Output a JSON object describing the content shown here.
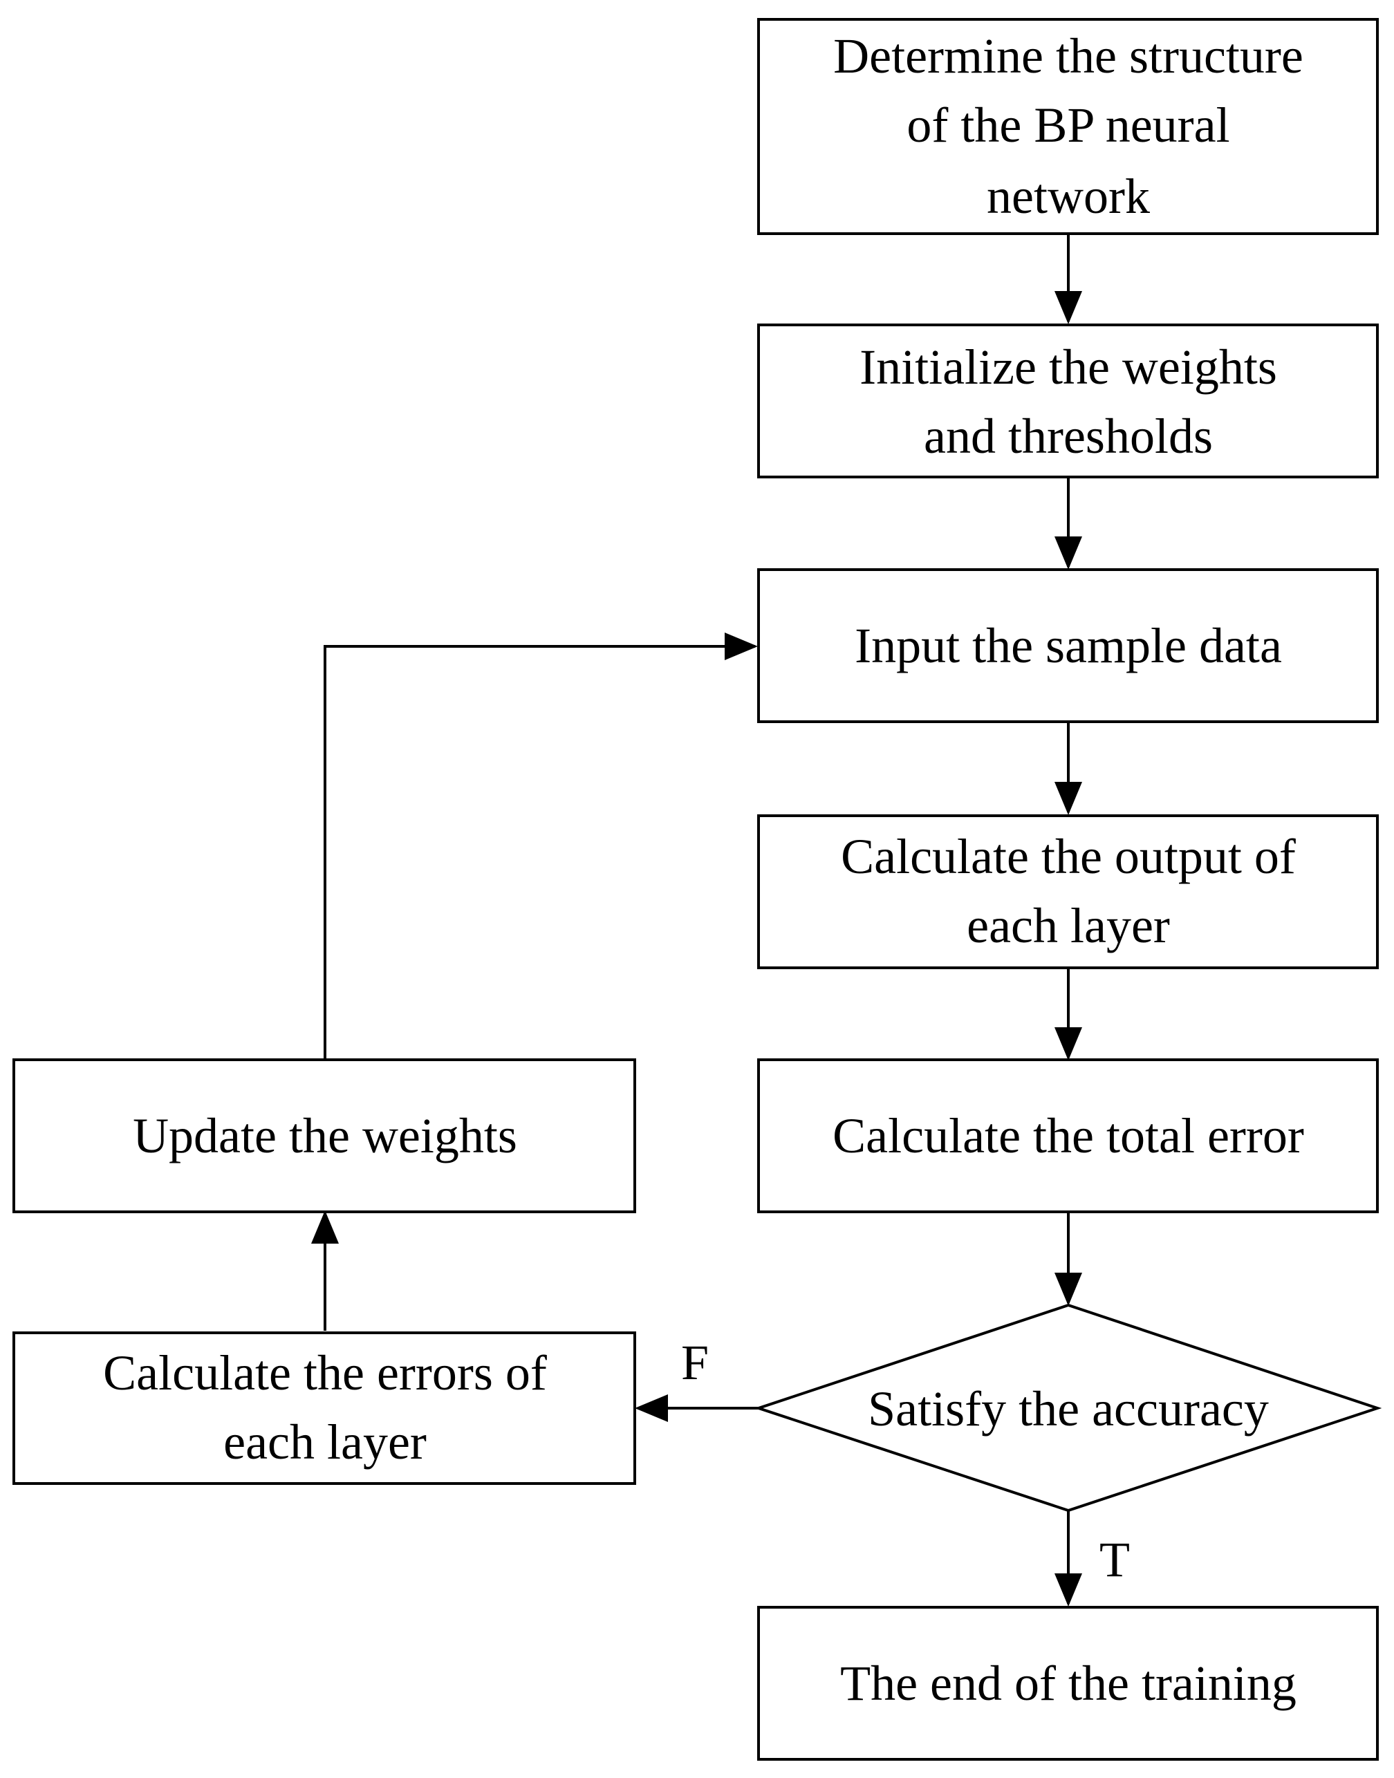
{
  "flowchart": {
    "nodes": {
      "determine": {
        "lines": [
          "Determine the structure",
          "of the BP neural",
          "network"
        ]
      },
      "initialize": {
        "lines": [
          "Initialize the weights",
          "and thresholds"
        ]
      },
      "input": {
        "lines": [
          "Input the sample data"
        ]
      },
      "calc_output": {
        "lines": [
          "Calculate the output of",
          "each layer"
        ]
      },
      "total_error": {
        "lines": [
          "Calculate the total error"
        ]
      },
      "decision": {
        "lines": [
          "Satisfy the accuracy"
        ]
      },
      "end": {
        "lines": [
          "The end of the training"
        ]
      },
      "calc_errors": {
        "lines": [
          "Calculate the errors of",
          "each layer"
        ]
      },
      "update": {
        "lines": [
          "Update the weights"
        ]
      }
    },
    "edge_labels": {
      "false_branch": "F",
      "true_branch": "T"
    }
  }
}
